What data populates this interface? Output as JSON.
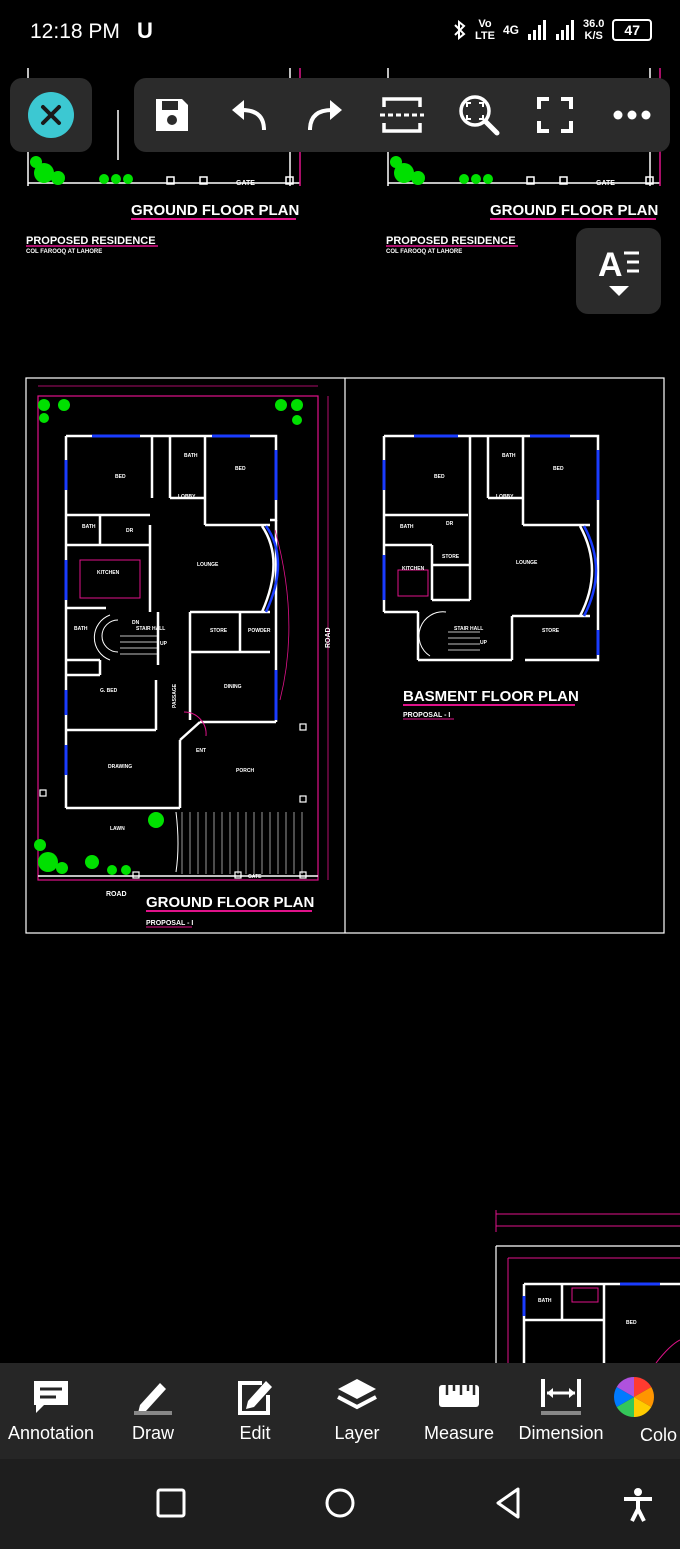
{
  "status_bar": {
    "time": "12:18 PM",
    "carrier_icon": "U",
    "volte_top": "Vo",
    "volte_bottom": "LTE",
    "network": "4G",
    "speed_value": "36.0",
    "speed_unit": "K/S",
    "battery": "47"
  },
  "drawing": {
    "title_ground": "GROUND FLOOR PLAN",
    "title_basement": "BASMENT FLOOR PLAN",
    "proposal": "PROPOSAL - I",
    "proposed_residence": "PROPOSED RESIDENCE",
    "address": "COL FAROOQ AT LAHORE",
    "road": "ROAD",
    "gate": "GATE",
    "lawn": "LAWN",
    "rooms": {
      "bed": "BED",
      "bath": "BATH",
      "lobby": "LOBBY",
      "dr": "DR",
      "lounge": "LOUNGE",
      "kitchen": "KITCHEN",
      "stair_hall": "STAIR HALL",
      "store": "STORE",
      "powder": "POWDER",
      "dining": "DINING",
      "g_bed": "G. BED",
      "drawing_room": "DRAWING",
      "porch": "PORCH",
      "passage": "PASSAGE",
      "ent": "ENT",
      "up": "UP",
      "dn": "DN"
    }
  },
  "toolbar": {
    "close": "close-icon",
    "save": "save-icon",
    "undo": "undo-icon",
    "redo": "redo-icon",
    "crop": "crop-icon",
    "zoom": "zoom-icon",
    "fullscreen": "fullscreen-icon",
    "more": "more-icon",
    "text_style": "text-style-icon"
  },
  "bottom_tabs": [
    {
      "label": "Annotation",
      "icon": "annotation-icon"
    },
    {
      "label": "Draw",
      "icon": "draw-icon"
    },
    {
      "label": "Edit",
      "icon": "edit-icon"
    },
    {
      "label": "Layer",
      "icon": "layer-icon"
    },
    {
      "label": "Measure",
      "icon": "measure-icon"
    },
    {
      "label": "Dimension",
      "icon": "dimension-icon"
    },
    {
      "label": "Colo",
      "icon": "color-icon"
    }
  ],
  "colors": {
    "accent_close": "#3cc8d2",
    "wall": "#ffffff",
    "window": "#1a3cff",
    "title_underline": "#e0128a",
    "tree": "#00e000"
  }
}
